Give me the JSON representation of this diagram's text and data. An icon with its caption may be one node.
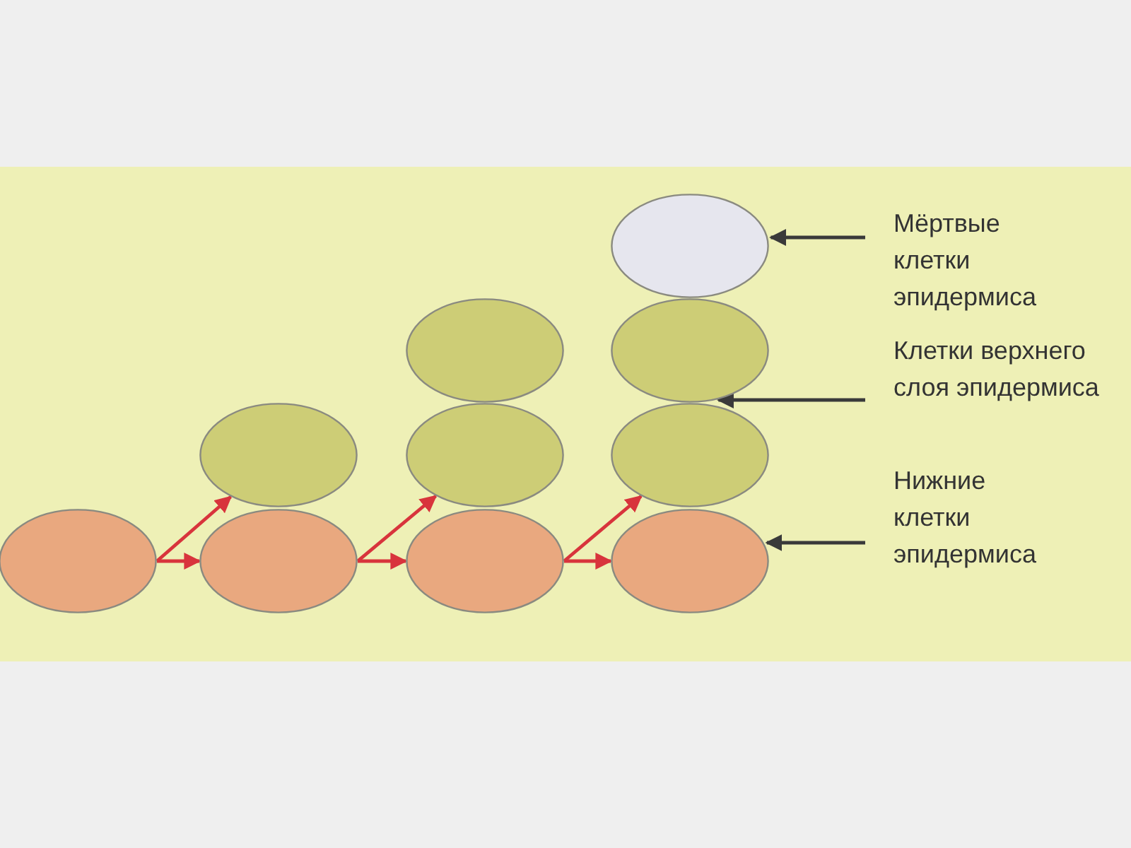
{
  "diagram": {
    "nodes": [
      {
        "text": [],
        "shape": "ellipse"
      },
      {
        "text": [],
        "shape": "ellipse"
      },
      {
        "text": [],
        "shape": "ellipse"
      },
      {
        "text": [],
        "shape": "ellipse"
      },
      {
        "text": [],
        "shape": "ellipse"
      },
      {
        "text": [],
        "shape": "ellipse"
      },
      {
        "text": [],
        "shape": "ellipse"
      },
      {
        "text": [],
        "shape": "ellipse"
      },
      {
        "text": [],
        "shape": "ellipse"
      },
      {
        "text": [],
        "shape": "ellipse"
      },
      {
        "text": [
          "Мёртвые клетки эпидермиса"
        ]
      },
      {
        "text": [
          "Клетки верхнего слоя эпидермиса"
        ]
      },
      {
        "text": [
          "Нижние клетки эпидермиса"
        ]
      }
    ],
    "edges": [
      {
        "from": 6,
        "to": 3,
        "arrow": "to"
      },
      {
        "from": 6,
        "to": 7,
        "arrow": "to"
      },
      {
        "from": 7,
        "to": 4,
        "arrow": "to"
      },
      {
        "from": 7,
        "to": 8,
        "arrow": "to"
      },
      {
        "from": 8,
        "to": 5,
        "arrow": "to"
      },
      {
        "from": 8,
        "to": 9,
        "arrow": "to"
      },
      {
        "from": 10,
        "to": 0,
        "arrow": "to",
        "color": "#3a3a3a"
      },
      {
        "from": 11,
        "to": 2,
        "arrow": "to",
        "color": "#3a3a3a"
      },
      {
        "from": 12,
        "to": 9,
        "arrow": "to",
        "color": "#3a3a3a"
      }
    ]
  }
}
